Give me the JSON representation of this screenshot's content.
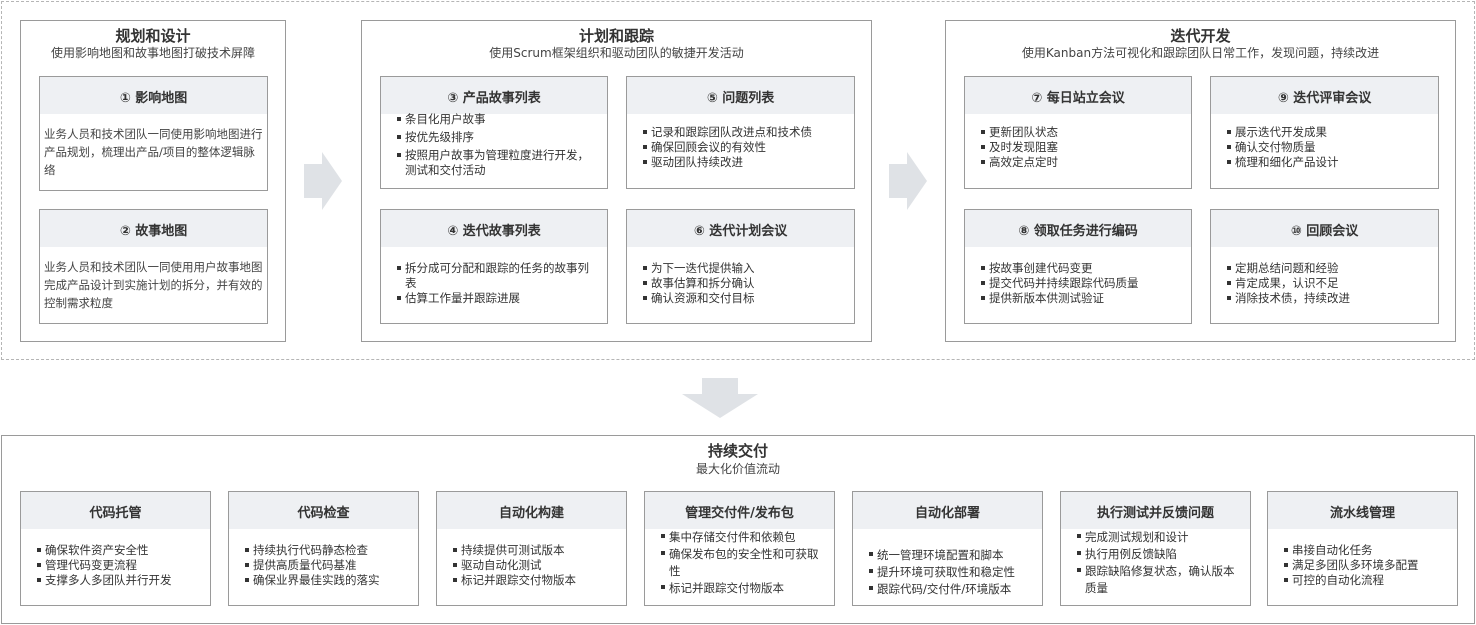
{
  "top_sections": [
    {
      "title": "规划和设计",
      "subtitle": "使用影响地图和故事地图打破技术屏障",
      "cards": [
        {
          "title": "① 影响地图",
          "desc": "业务人员和技术团队一同使用影响地图进行产品规划，梳理出产品/项目的整体逻辑脉络"
        },
        {
          "title": "② 故事地图",
          "desc": "业务人员和技术团队一同使用用户故事地图完成产品设计到实施计划的拆分，并有效的控制需求粒度"
        }
      ]
    },
    {
      "title": "计划和跟踪",
      "subtitle": "使用Scrum框架组织和驱动团队的敏捷开发活动",
      "cards": [
        {
          "title": "③ 产品故事列表",
          "items": [
            "条目化用户故事",
            "按优先级排序",
            "按照用户故事为管理粒度进行开发，测试和交付活动"
          ]
        },
        {
          "title": "⑤ 问题列表",
          "items": [
            "记录和跟踪团队改进点和技术债",
            "确保回顾会议的有效性",
            "驱动团队持续改进"
          ]
        },
        {
          "title": "④ 迭代故事列表",
          "items": [
            "拆分成可分配和跟踪的任务的故事列表",
            "估算工作量并跟踪进展"
          ]
        },
        {
          "title": "⑥ 迭代计划会议",
          "items": [
            "为下一迭代提供输入",
            "故事估算和拆分确认",
            "确认资源和交付目标"
          ]
        }
      ]
    },
    {
      "title": "迭代开发",
      "subtitle": "使用Kanban方法可视化和跟踪团队日常工作，发现问题，持续改进",
      "cards": [
        {
          "title": "⑦ 每日站立会议",
          "items": [
            "更新团队状态",
            "及时发现阻塞",
            "高效定点定时"
          ]
        },
        {
          "title": "⑨ 迭代评审会议",
          "items": [
            "展示迭代开发成果",
            "确认交付物质量",
            "梳理和细化产品设计"
          ]
        },
        {
          "title": "⑧ 领取任务进行编码",
          "items": [
            "按故事创建代码变更",
            "提交代码并持续跟踪代码质量",
            "提供新版本供测试验证"
          ]
        },
        {
          "title": "⑩ 回顾会议",
          "items": [
            "定期总结问题和经验",
            "肯定成果，认识不足",
            "消除技术债，持续改进"
          ]
        }
      ]
    }
  ],
  "bottom_section": {
    "title": "持续交付",
    "subtitle": "最大化价值流动",
    "cards": [
      {
        "title": "代码托管",
        "items": [
          "确保软件资产安全性",
          "管理代码变更流程",
          "支撑多人多团队并行开发"
        ]
      },
      {
        "title": "代码检查",
        "items": [
          "持续执行代码静态检查",
          "提供高质量代码基准",
          "确保业界最佳实践的落实"
        ]
      },
      {
        "title": "自动化构建",
        "items": [
          "持续提供可测试版本",
          "驱动自动化测试",
          "标记并跟踪交付物版本"
        ]
      },
      {
        "title": "管理交付件/发布包",
        "items": [
          "集中存储交付件和依赖包",
          "确保发布包的安全性和可获取性",
          "标记并跟踪交付物版本"
        ]
      },
      {
        "title": "自动化部署",
        "items": [
          "统一管理环境配置和脚本",
          "提升环境可获取性和稳定性",
          "跟踪代码/交付件/环境版本"
        ]
      },
      {
        "title": "执行测试并反馈问题",
        "items": [
          "完成测试规划和设计",
          "执行用例反馈缺陷",
          "跟踪缺陷修复状态，确认版本质量"
        ]
      },
      {
        "title": "流水线管理",
        "items": [
          "串接自动化任务",
          "满足多团队多环境多配置",
          "可控的自动化流程"
        ]
      }
    ]
  },
  "colors": {
    "card_header": "#eef0f3",
    "border": "#9a9a9a",
    "arrow": "#dfe2e6"
  }
}
